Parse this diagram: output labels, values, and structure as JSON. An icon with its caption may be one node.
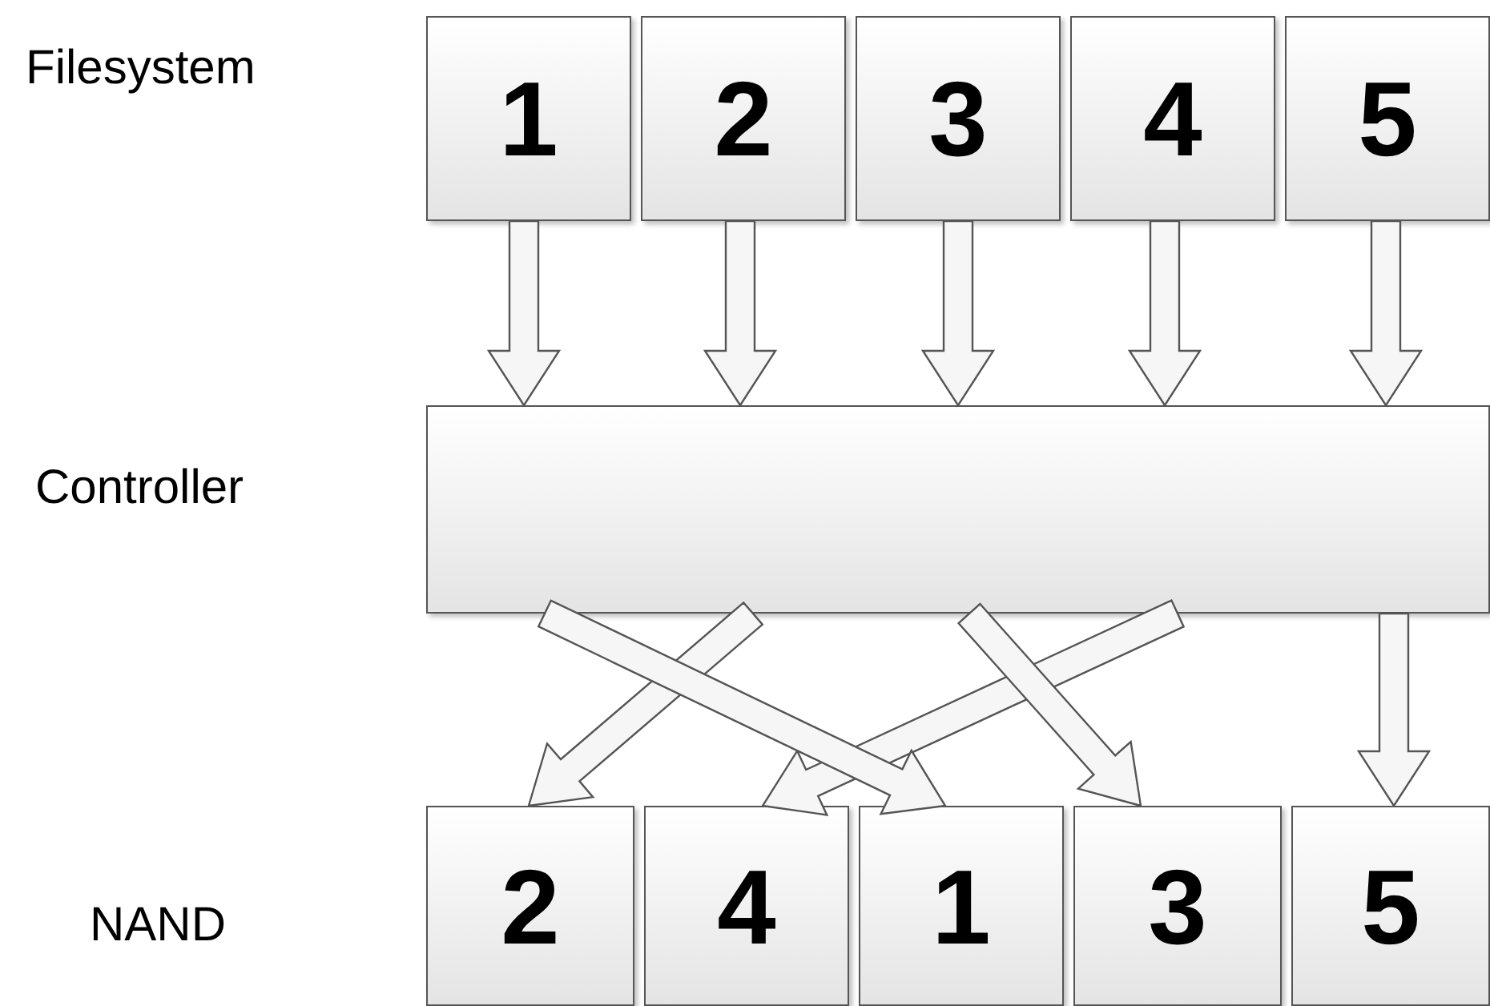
{
  "diagram": {
    "nodes": [
      {
        "text": [
          "1"
        ]
      },
      {
        "text": [
          "2"
        ]
      },
      {
        "text": [
          "3"
        ]
      },
      {
        "text": [
          "4"
        ]
      },
      {
        "text": [
          "5"
        ]
      },
      {
        "text": [],
        "shape": "box"
      },
      {
        "text": [
          "2"
        ]
      },
      {
        "text": [
          "4"
        ]
      },
      {
        "text": [
          "1"
        ]
      },
      {
        "text": [
          "3"
        ]
      },
      {
        "text": [
          "5"
        ]
      }
    ],
    "edges": [
      {
        "from": 0,
        "to": 5,
        "arrow": "to"
      },
      {
        "from": 1,
        "to": 5,
        "arrow": "to"
      },
      {
        "from": 2,
        "to": 5,
        "arrow": "to"
      },
      {
        "from": 3,
        "to": 5,
        "arrow": "to"
      },
      {
        "from": 4,
        "to": 5,
        "arrow": "to"
      },
      {
        "from": 5,
        "to": 6,
        "arrow": "to"
      },
      {
        "from": 5,
        "to": 7,
        "arrow": "to"
      },
      {
        "from": 5,
        "to": 8,
        "arrow": "to"
      },
      {
        "from": 5,
        "to": 9,
        "arrow": "to"
      },
      {
        "from": 5,
        "to": 10,
        "arrow": "to"
      }
    ],
    "labels": [
      "Filesystem",
      "Controller",
      "NAND"
    ]
  }
}
